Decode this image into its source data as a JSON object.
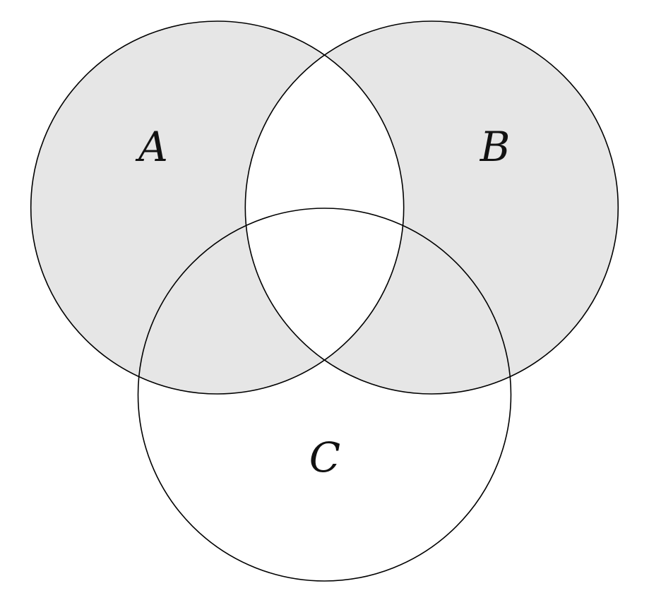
{
  "diagram": {
    "type": "venn-diagram",
    "description": "Three-set Venn diagram with circles A, B, C; the symmetric difference of A and B is shaded (A and B minus their intersection); circle C is unshaded",
    "shaded_region": "(A \\ B) ∪ (B \\ A)",
    "sets": [
      {
        "label": "A"
      },
      {
        "label": "B"
      },
      {
        "label": "C"
      }
    ],
    "colors": {
      "shade_fill": "#e6e6e6",
      "stroke": "#000000",
      "background": "#ffffff",
      "label_color": "#111111"
    }
  }
}
